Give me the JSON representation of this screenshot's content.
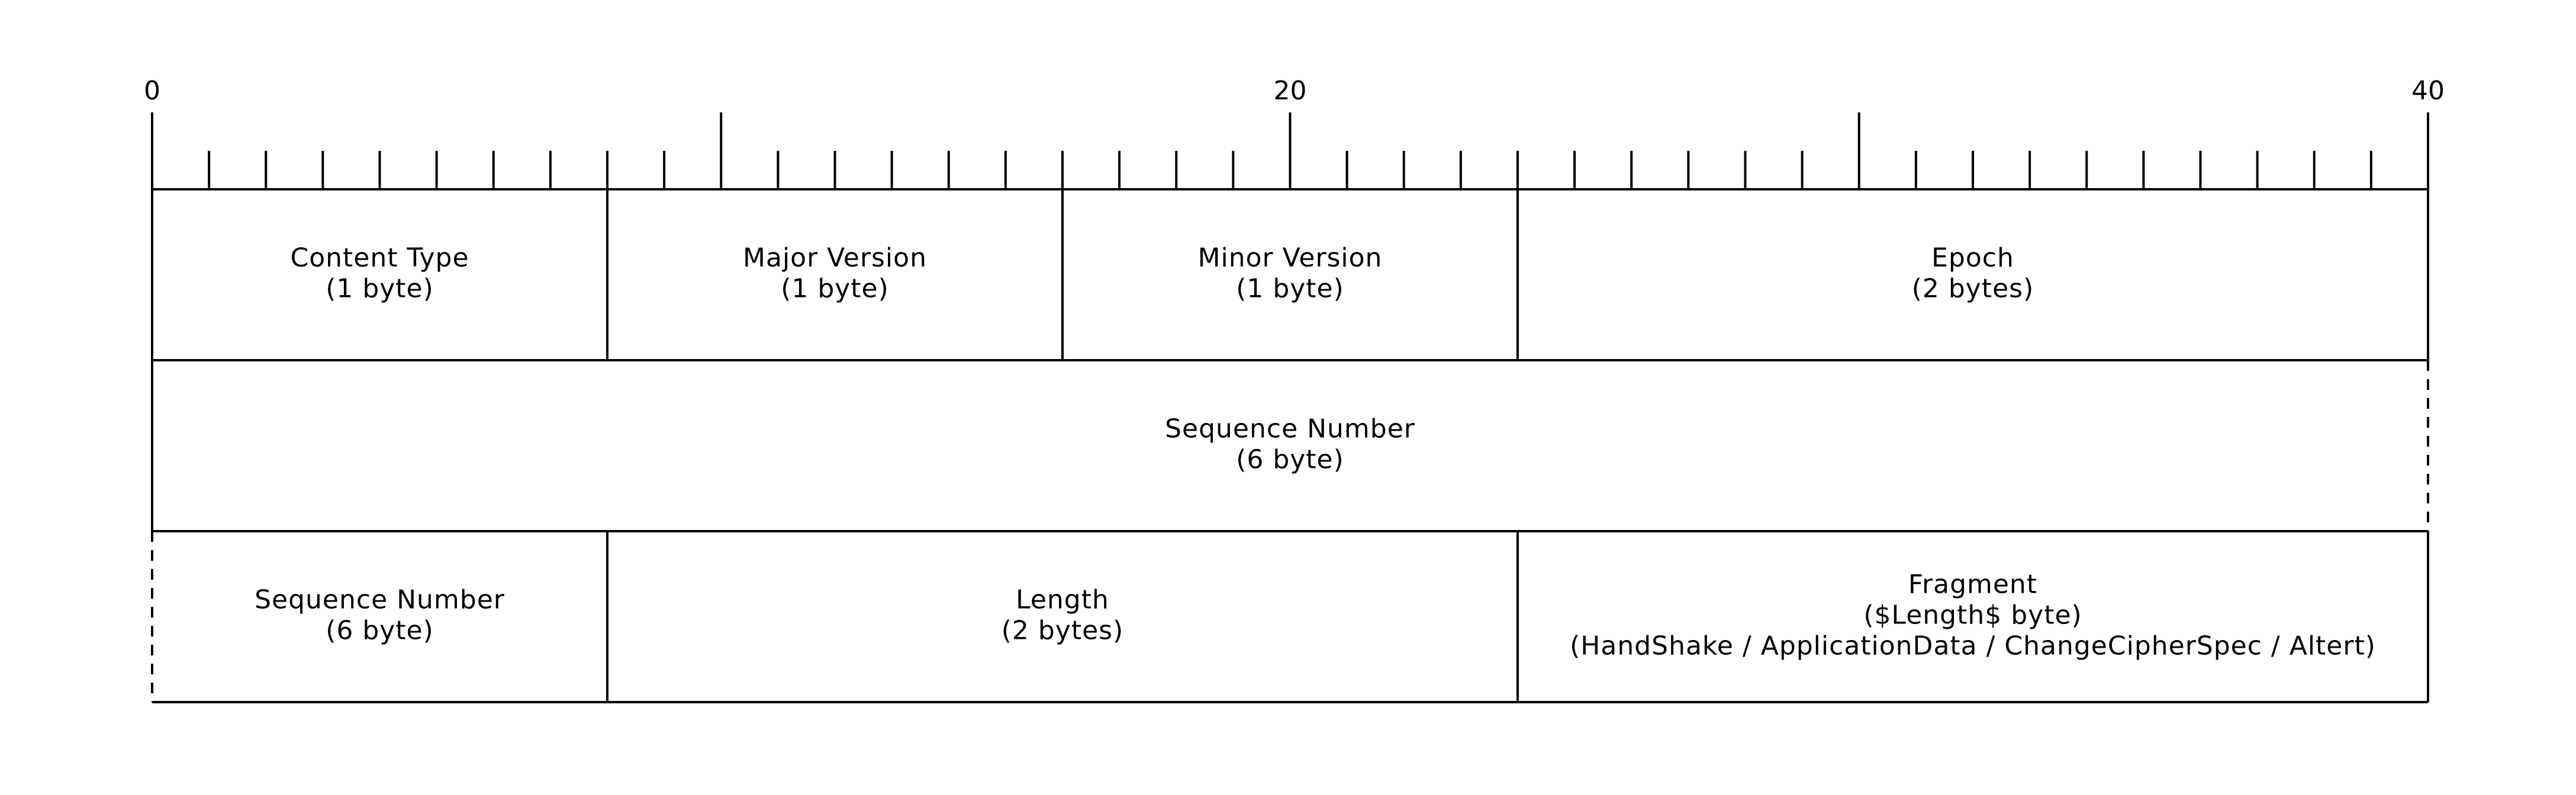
{
  "scale": {
    "bits_per_row": 40,
    "labels": [
      "0",
      "20",
      "40"
    ]
  },
  "rows": [
    {
      "fields": [
        {
          "id": "content-type",
          "start": 0,
          "end": 8,
          "lines": [
            "Content Type",
            "(1 byte)"
          ]
        },
        {
          "id": "major-version",
          "start": 8,
          "end": 16,
          "lines": [
            "Major Version",
            "(1 byte)"
          ]
        },
        {
          "id": "minor-version",
          "start": 16,
          "end": 24,
          "lines": [
            "Minor Version",
            "(1 byte)"
          ]
        },
        {
          "id": "epoch",
          "start": 24,
          "end": 40,
          "lines": [
            "Epoch",
            "(2 bytes)"
          ]
        }
      ]
    },
    {
      "fields": [
        {
          "id": "sequence-number-part1",
          "start": 0,
          "end": 40,
          "lines": [
            "Sequence Number",
            "(6 byte)"
          ],
          "continues_right": true
        }
      ]
    },
    {
      "fields": [
        {
          "id": "sequence-number-part2",
          "start": 0,
          "end": 8,
          "lines": [
            "Sequence Number",
            "(6 byte)"
          ],
          "continued_left": true
        },
        {
          "id": "length",
          "start": 8,
          "end": 24,
          "lines": [
            "Length",
            "(2 bytes)"
          ]
        },
        {
          "id": "fragment",
          "start": 24,
          "end": 40,
          "lines": [
            "Fragment",
            "($Length$ byte)",
            "(HandShake / ApplicationData / ChangeCipherSpec / Altert)"
          ]
        }
      ]
    }
  ],
  "colors": {
    "line": "#000000",
    "background": "#ffffff",
    "text": "#000000"
  }
}
